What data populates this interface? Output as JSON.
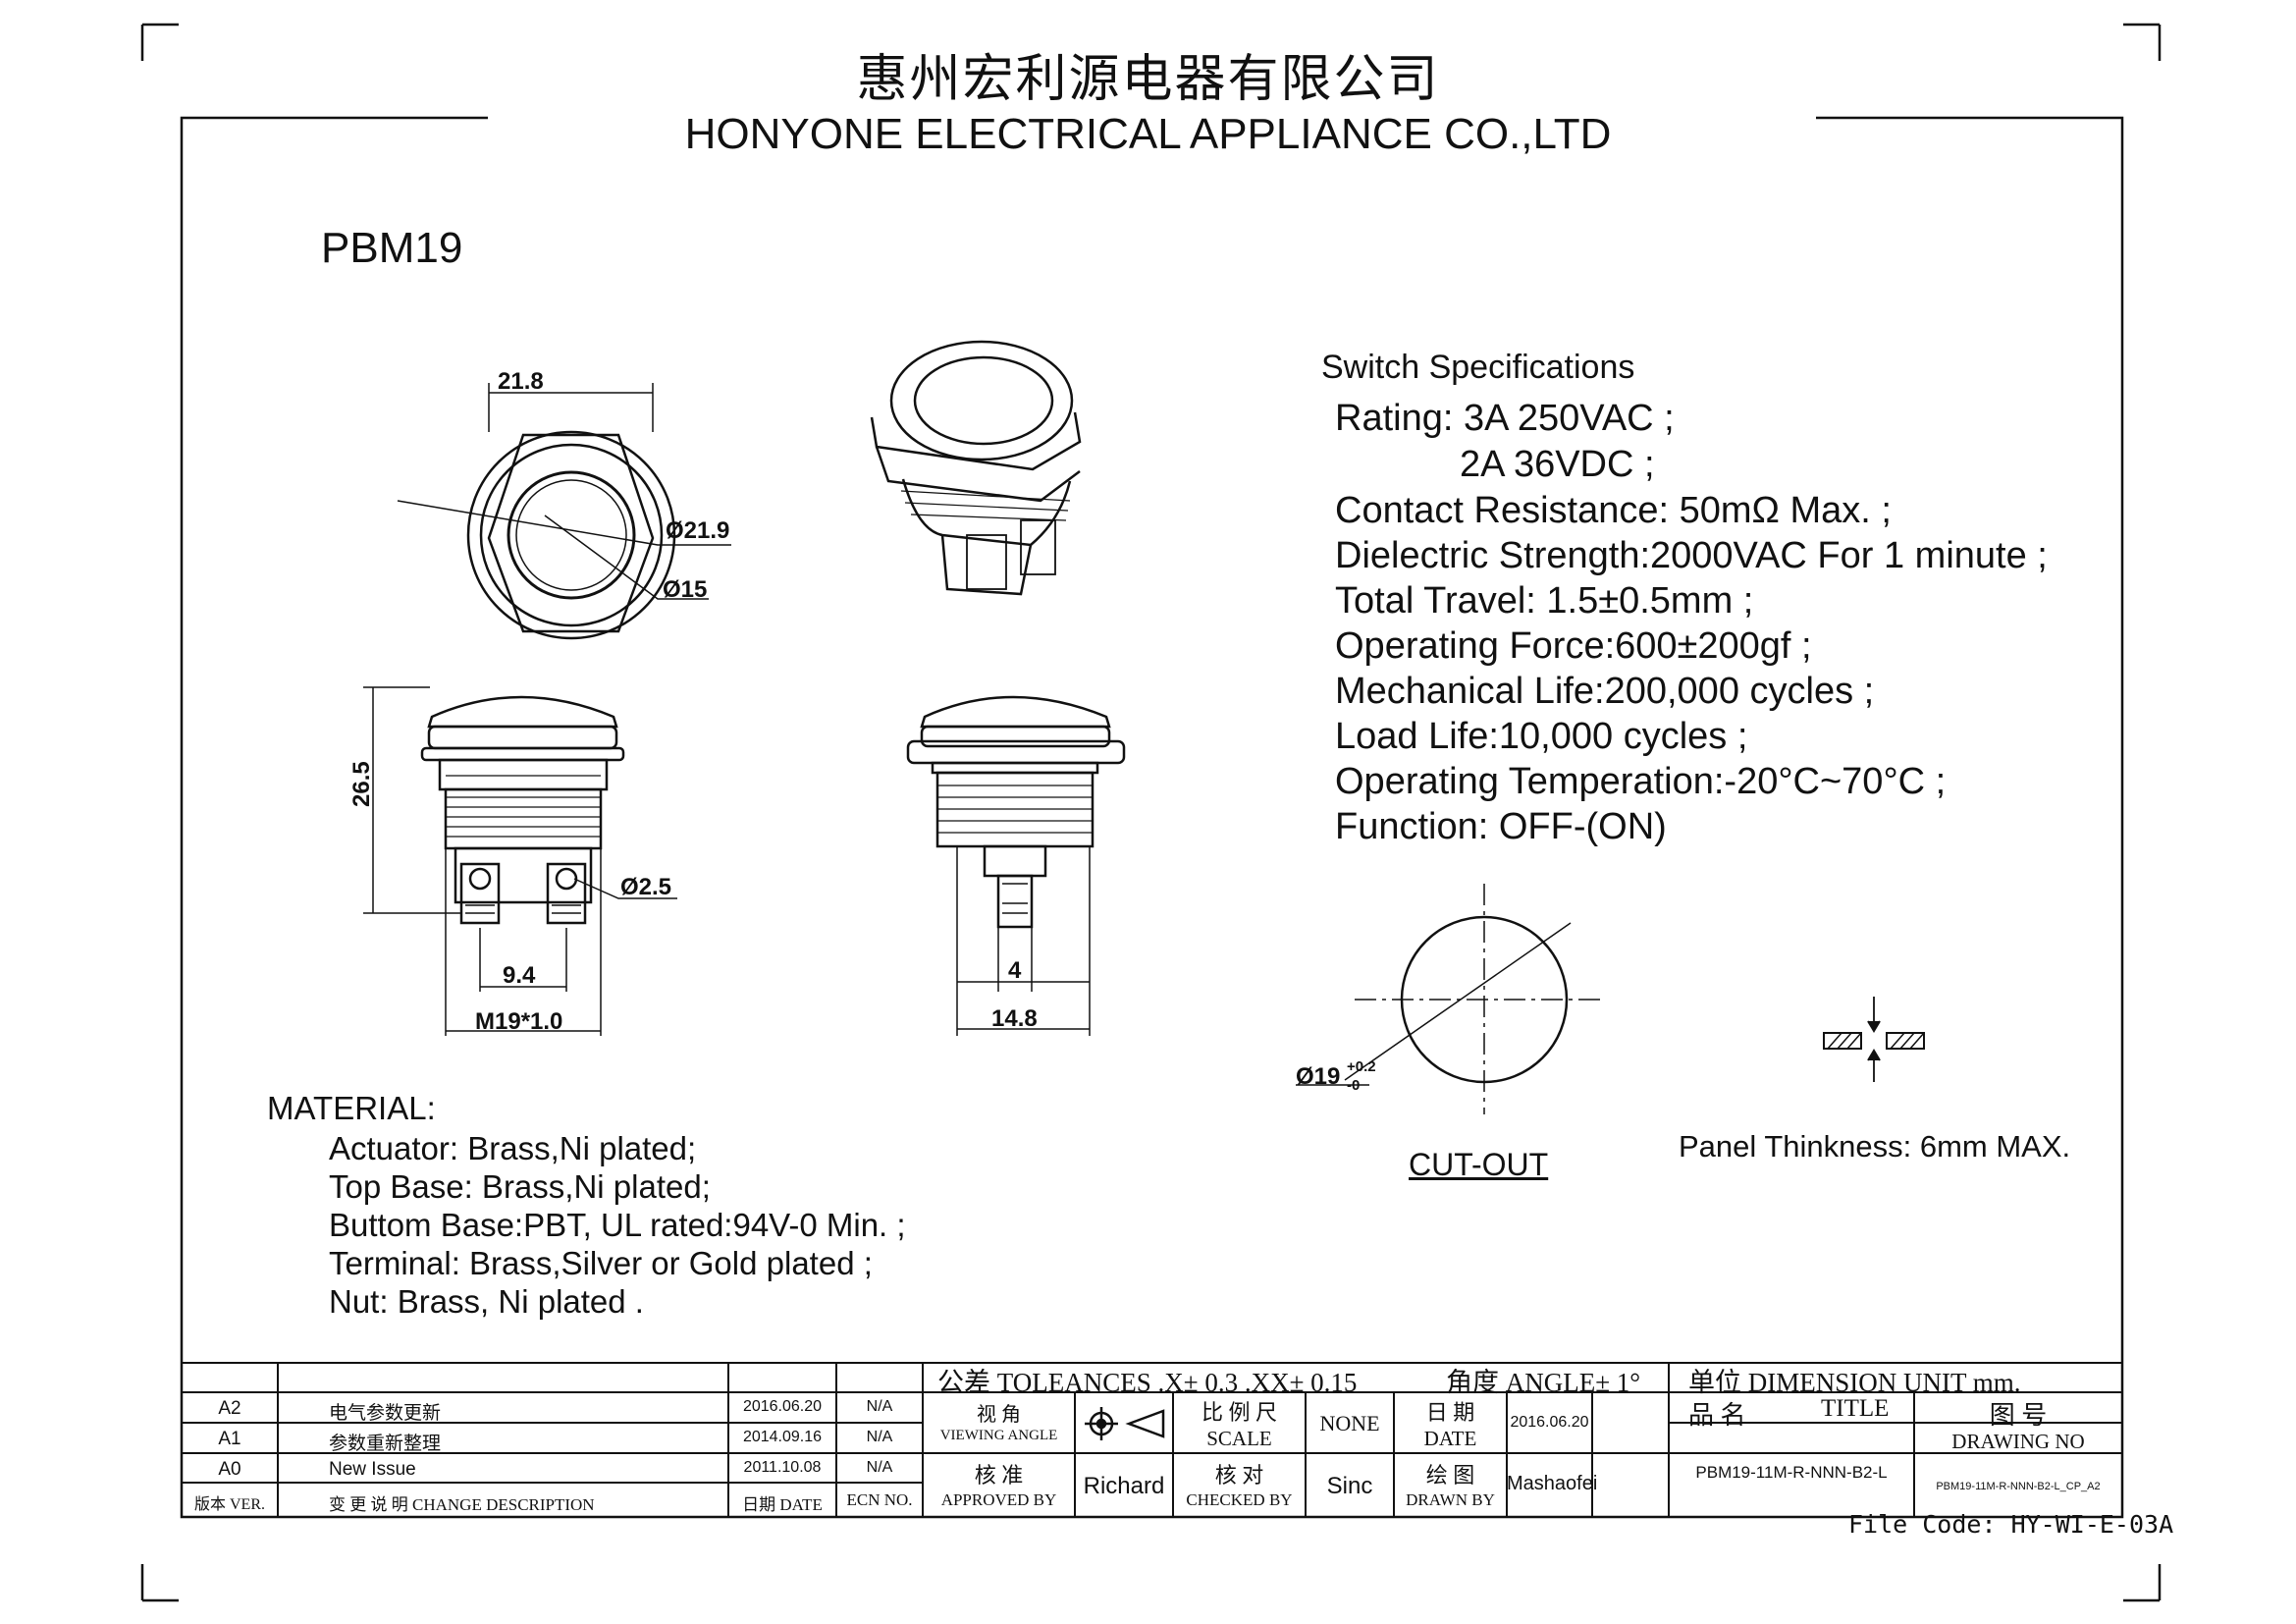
{
  "header": {
    "company_cn": "惠州宏利源电器有限公司",
    "company_en": "HONYONE ELECTRICAL APPLIANCE  CO.,LTD"
  },
  "model": "PBM19",
  "specifications": {
    "title": "Switch Specifications",
    "lines": [
      "Rating: 3A    250VAC ;",
      "2A    36VDC ;",
      "Contact Resistance: 50mΩ Max. ;",
      "Dielectric Strength:2000VAC For 1 minute ;",
      "Total Travel: 1.5±0.5mm ;",
      "Operating Force:600±200gf ;",
      "Mechanical Life:200,000 cycles ;",
      "Load Life:10,000 cycles ;",
      "Operating Temperation:-20°C~70°C ;",
      "Function: OFF-(ON)"
    ]
  },
  "material": {
    "title": "MATERIAL:",
    "lines": [
      "Actuator: Brass,Ni plated;",
      "Top Base: Brass,Ni plated;",
      "Buttom Base:PBT, UL rated:94V-0 Min. ;",
      "Terminal: Brass,Silver or Gold plated ;",
      "Nut: Brass, Ni plated ."
    ]
  },
  "dimensions": {
    "hex_width": "21.8",
    "outer_dia": "Ø21.9",
    "inner_dia": "Ø15",
    "height": "26.5",
    "pin_dia": "Ø2.5",
    "pin_spacing": "9.4",
    "thread": "M19*1.0",
    "terminal_width": "4",
    "side_width": "14.8",
    "cutout_dia": "Ø19",
    "cutout_tol_plus": "+0.2",
    "cutout_tol_minus": "-0"
  },
  "cutout_label": "CUT-OUT",
  "panel_note": "Panel Thinkness: 6mm MAX.",
  "title_block": {
    "tolerances": "公差 TOLEANCES  .X± 0.3     .XX± 0.15",
    "angle": "角度 ANGLE± 1°",
    "unit": "单位  DIMENSION UNIT     mm.",
    "revisions": [
      {
        "ver": "A2",
        "desc": "电气参数更新",
        "date": "2016.06.20",
        "ecn": "N/A"
      },
      {
        "ver": "A1",
        "desc": "参数重新整理",
        "date": "2014.09.16",
        "ecn": "N/A"
      },
      {
        "ver": "A0",
        "desc": "New Issue",
        "date": "2011.10.08",
        "ecn": "N/A"
      }
    ],
    "col_headers": {
      "ver": "版本 VER.",
      "desc": "变 更 说 明  CHANGE DESCRIPTION",
      "date": "日期 DATE",
      "ecn": "ECN NO."
    },
    "viewing_angle_cn": "视 角",
    "viewing_angle_en": "VIEWING ANGLE",
    "scale_cn": "比 例 尺",
    "scale_en": "SCALE",
    "scale_value": "NONE",
    "date_cn": "日  期",
    "date_en": "DATE",
    "date_value": "2016.06.20",
    "title_cn": "品  名",
    "title_en": "TITLE",
    "drawing_no_cn": "图  号",
    "drawing_no_en": "DRAWING NO",
    "approved_cn": "核  准",
    "approved_en": "APPROVED BY",
    "approved_value": "Richard",
    "checked_cn": "核  对",
    "checked_en": "CHECKED BY",
    "checked_value": "Sinc",
    "drawn_cn": "绘  图",
    "drawn_en": "DRAWN BY",
    "drawn_value": "Mashaofei",
    "title_value": "PBM19-11M-R-NNN-B2-L",
    "drawing_no_value": "PBM19-11M-R-NNN-B2-L_CP_A2"
  },
  "file_code": "File Code: HY-WI-E-03A"
}
